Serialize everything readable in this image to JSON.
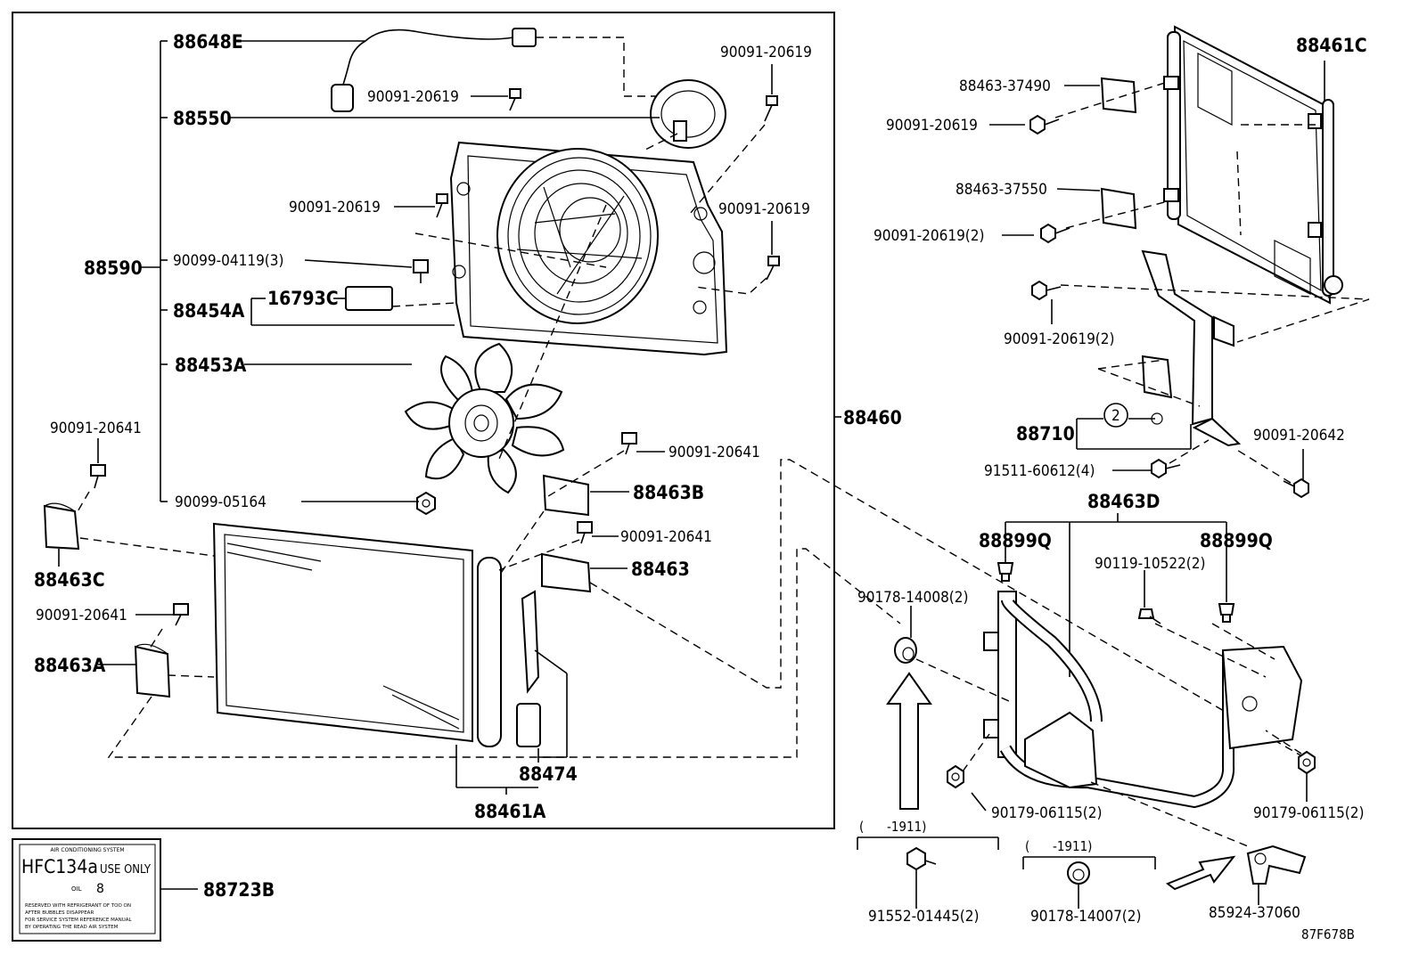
{
  "diagram": {
    "parts": {
      "p88648E": "88648E",
      "p88550": "88550",
      "p88590": "88590",
      "p88454A": "88454A",
      "p16793C": "16793C",
      "p88453A": "88453A",
      "p88460": "88460",
      "p88463C": "88463C",
      "p88463A": "88463A",
      "p88463B": "88463B",
      "p88463": "88463",
      "p88474": "88474",
      "p88461A": "88461A",
      "p88723B": "88723B",
      "p88461C": "88461C",
      "p88463_37490": "88463-37490",
      "p88463_37550": "88463-37550",
      "p88710": "88710",
      "p88463D": "88463D",
      "p88899Q_l": "88899Q",
      "p88899Q_r": "88899Q",
      "p90099_04119": "90099-04119(3)",
      "p90099_05164": "90099-05164",
      "p90091_20619_a": "90091-20619",
      "p90091_20619_b": "90091-20619",
      "p90091_20619_c": "90091-20619",
      "p90091_20619_d": "90091-20619",
      "p90091_20619_e": "90091-20619",
      "p90091_20619_f": "90091-20619(2)",
      "p90091_20619_g": "90091-20619(2)",
      "p90091_20641_a": "90091-20641",
      "p90091_20641_b": "90091-20641",
      "p90091_20641_c": "90091-20641",
      "p90091_20641_d": "90091-20641",
      "p90091_20642": "90091-20642",
      "p91511_60612": "91511-60612(4)",
      "p90178_14008": "90178-14008(2)",
      "p90119_10522": "90119-10522(2)",
      "p90179_06115_l": "90179-06115(2)",
      "p90179_06115_r": "90179-06115(2)",
      "p91552_01445": "91552-01445(2)",
      "p90178_14007": "90178-14007(2)",
      "p85924_37060": "85924-37060",
      "callout_2": "2"
    },
    "date_ranges": {
      "left": "(      -1911)",
      "right": "(      -1911)"
    },
    "label_plate": {
      "header": "AIR CONDITIONING SYSTEM",
      "main": "HFC134a",
      "use_only": "USE ONLY",
      "qty_label": "OIL",
      "qty_value": "8",
      "fine_1": "RESERVED WITH REFRIGERANT OF  TOO  ON",
      "fine_2": "AFTER BUBBLES DISAPPEAR",
      "fine_3": "FOR SERVICE SYSTEM REFERENCE MANUAL",
      "fine_4": "BY OPERATING THE READ AIR SYSTEM"
    },
    "figure_code": "87F678B"
  }
}
